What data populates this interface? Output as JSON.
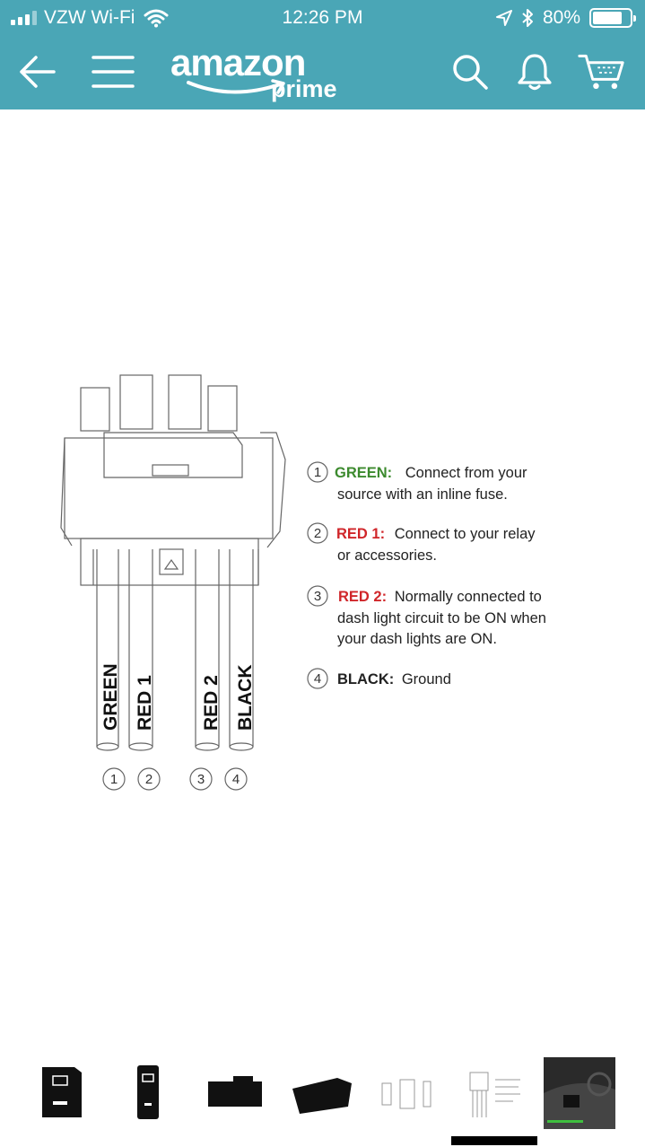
{
  "status_bar": {
    "carrier": "VZW Wi-Fi",
    "time": "12:26 PM",
    "battery": "80%",
    "battery_level": 0.8
  },
  "navbar": {
    "logo_word": "amazon",
    "logo_sub": "prime",
    "icons": [
      "back-arrow-icon",
      "menu-icon",
      "search-icon",
      "bell-icon",
      "cart-icon"
    ]
  },
  "diagram": {
    "wire_labels": [
      "GREEN",
      "RED 1",
      "RED 2",
      "BLACK"
    ],
    "numbers": [
      "1",
      "2",
      "3",
      "4"
    ],
    "legend": [
      {
        "num": "1",
        "name": "GREEN:",
        "color": "#3c8a2e",
        "line1": "Connect from your",
        "line2": "source with an inline fuse.",
        "line3": ""
      },
      {
        "num": "2",
        "name": "RED 1:",
        "color": "#d0262a",
        "line1": "Connect to your relay",
        "line2": "or accessories.",
        "line3": ""
      },
      {
        "num": "3",
        "name": "RED 2:",
        "color": "#d0262a",
        "line1": "Normally connected to",
        "line2": "dash light circuit to be ON when",
        "line3": "your dash lights are ON."
      },
      {
        "num": "4",
        "name": "BLACK:",
        "color": "#222222",
        "line1": "Ground",
        "line2": "",
        "line3": ""
      }
    ]
  },
  "accent_color": "#4aa6b6"
}
